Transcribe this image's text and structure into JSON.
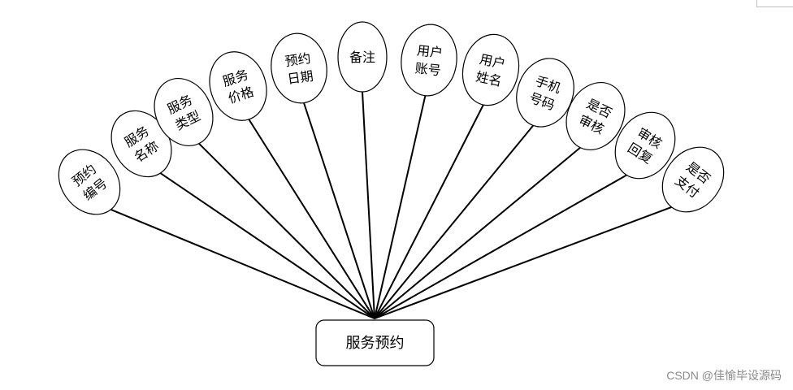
{
  "entity": {
    "label": "服务预约"
  },
  "attributes": [
    {
      "id": "yuyue-bianhao",
      "lines": [
        "预约",
        "编号"
      ]
    },
    {
      "id": "fuwu-mingcheng",
      "lines": [
        "服务",
        "名称"
      ]
    },
    {
      "id": "fuwu-leixing",
      "lines": [
        "服务",
        "类型"
      ]
    },
    {
      "id": "fuwu-jiage",
      "lines": [
        "服务",
        "价格"
      ]
    },
    {
      "id": "yuyue-riqi",
      "lines": [
        "预约",
        "日期"
      ]
    },
    {
      "id": "beizhu",
      "lines": [
        "备注"
      ]
    },
    {
      "id": "yonghu-zhanghao",
      "lines": [
        "用户",
        "账号"
      ]
    },
    {
      "id": "yonghu-xingming",
      "lines": [
        "用户",
        "姓名"
      ]
    },
    {
      "id": "shouji-haoma",
      "lines": [
        "手机",
        "号码"
      ]
    },
    {
      "id": "shifou-shenhe",
      "lines": [
        "是否",
        "审核"
      ]
    },
    {
      "id": "shenhe-huifu",
      "lines": [
        "审核",
        "回复"
      ]
    },
    {
      "id": "shifou-zhifu",
      "lines": [
        "是否",
        "支付"
      ]
    }
  ],
  "watermark": "CSDN @佳愉毕设源码",
  "colors": {
    "stroke": "#000000",
    "background": "#ffffff",
    "watermark": "#8a8a8a"
  }
}
